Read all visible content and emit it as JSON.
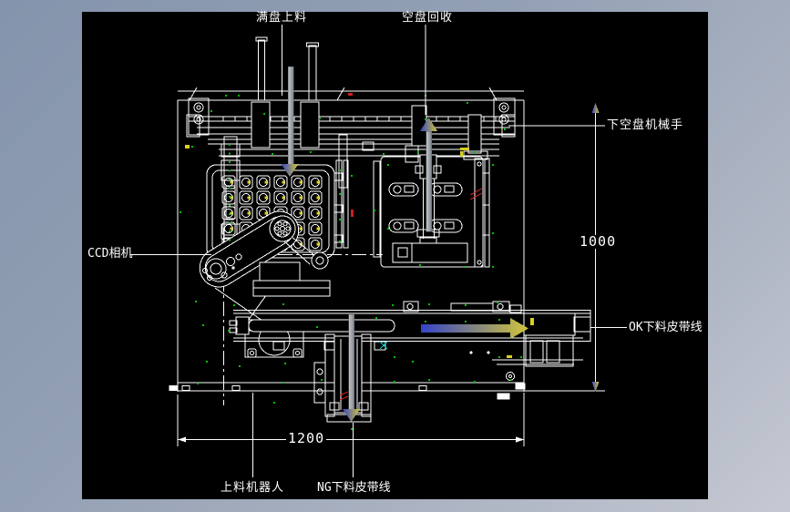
{
  "drawing": {
    "type": "cad-machine-layout-top-view",
    "background": "#000000"
  },
  "labels": {
    "full_tray_load": "满盘上料",
    "empty_tray_recycle": "空盘回收",
    "lower_empty_tray_robot": "下空盘机械手",
    "ccd_camera": "CCD相机",
    "ok_unload_belt": "OK下料皮带线",
    "loading_robot": "上料机器人",
    "ng_unload_belt": "NG下料皮带线"
  },
  "dimensions": {
    "height": "1000",
    "width": "1200"
  },
  "arrows": [
    {
      "name": "full-tray-load-flow-arrow",
      "direction": "down"
    },
    {
      "name": "empty-tray-recycle-flow-arrow",
      "direction": "up"
    },
    {
      "name": "ok-belt-flow-arrow",
      "direction": "right"
    },
    {
      "name": "ng-belt-flow-arrow",
      "direction": "down"
    }
  ],
  "colors": {
    "canvas_bg": "#000000",
    "line": "#ffffff",
    "border_top_left": "#8494ac",
    "border_bottom_right": "#c5c9d3",
    "arrow_blue": "#3444c8",
    "arrow_yellow": "#d2c53a",
    "shaft_gray_light": "#c6cad0",
    "shaft_gray_dark": "#82878f",
    "marker_green": "#00c000",
    "accent_red": "#d02020",
    "accent_cyan": "#00c8c8",
    "accent_yellow": "#d8d020"
  }
}
